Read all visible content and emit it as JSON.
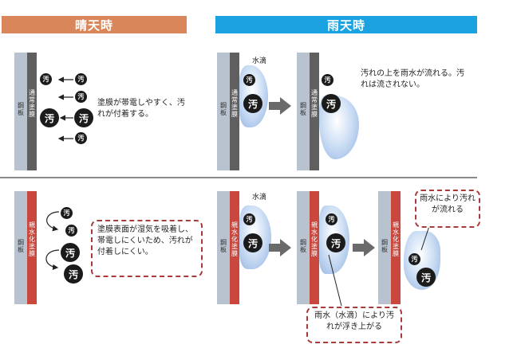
{
  "headers": {
    "sunny": "晴天時",
    "rainy": "雨天時"
  },
  "labels": {
    "steel_plate": "鋼板",
    "normal_coating": "通常塗膜",
    "hydrophilic_coating": "親水化塗膜",
    "dirt": "汚",
    "water_drop": "水滴"
  },
  "texts": {
    "normal_sunny": "塗膜が帯電しやすく、汚れが付着する。",
    "normal_rainy": "汚れの上を雨水が流れる。汚れは流されない。",
    "hydro_sunny": "塗膜表面が湿気を吸着し、帯電しにくいため、汚れが付着しにくい。",
    "hydro_rainy_lift": "雨水（水滴）により汚れが浮き上がる",
    "hydro_rainy_flow": "雨水により汚れが流れる"
  },
  "colors": {
    "sunny_header": "#d9865a",
    "rainy_header": "#1aa3e0",
    "steel": "#b9c3cf",
    "normal_coat": "#5f5f5f",
    "hydro_coat": "#c9473d",
    "callout_border": "#a83a3a"
  }
}
